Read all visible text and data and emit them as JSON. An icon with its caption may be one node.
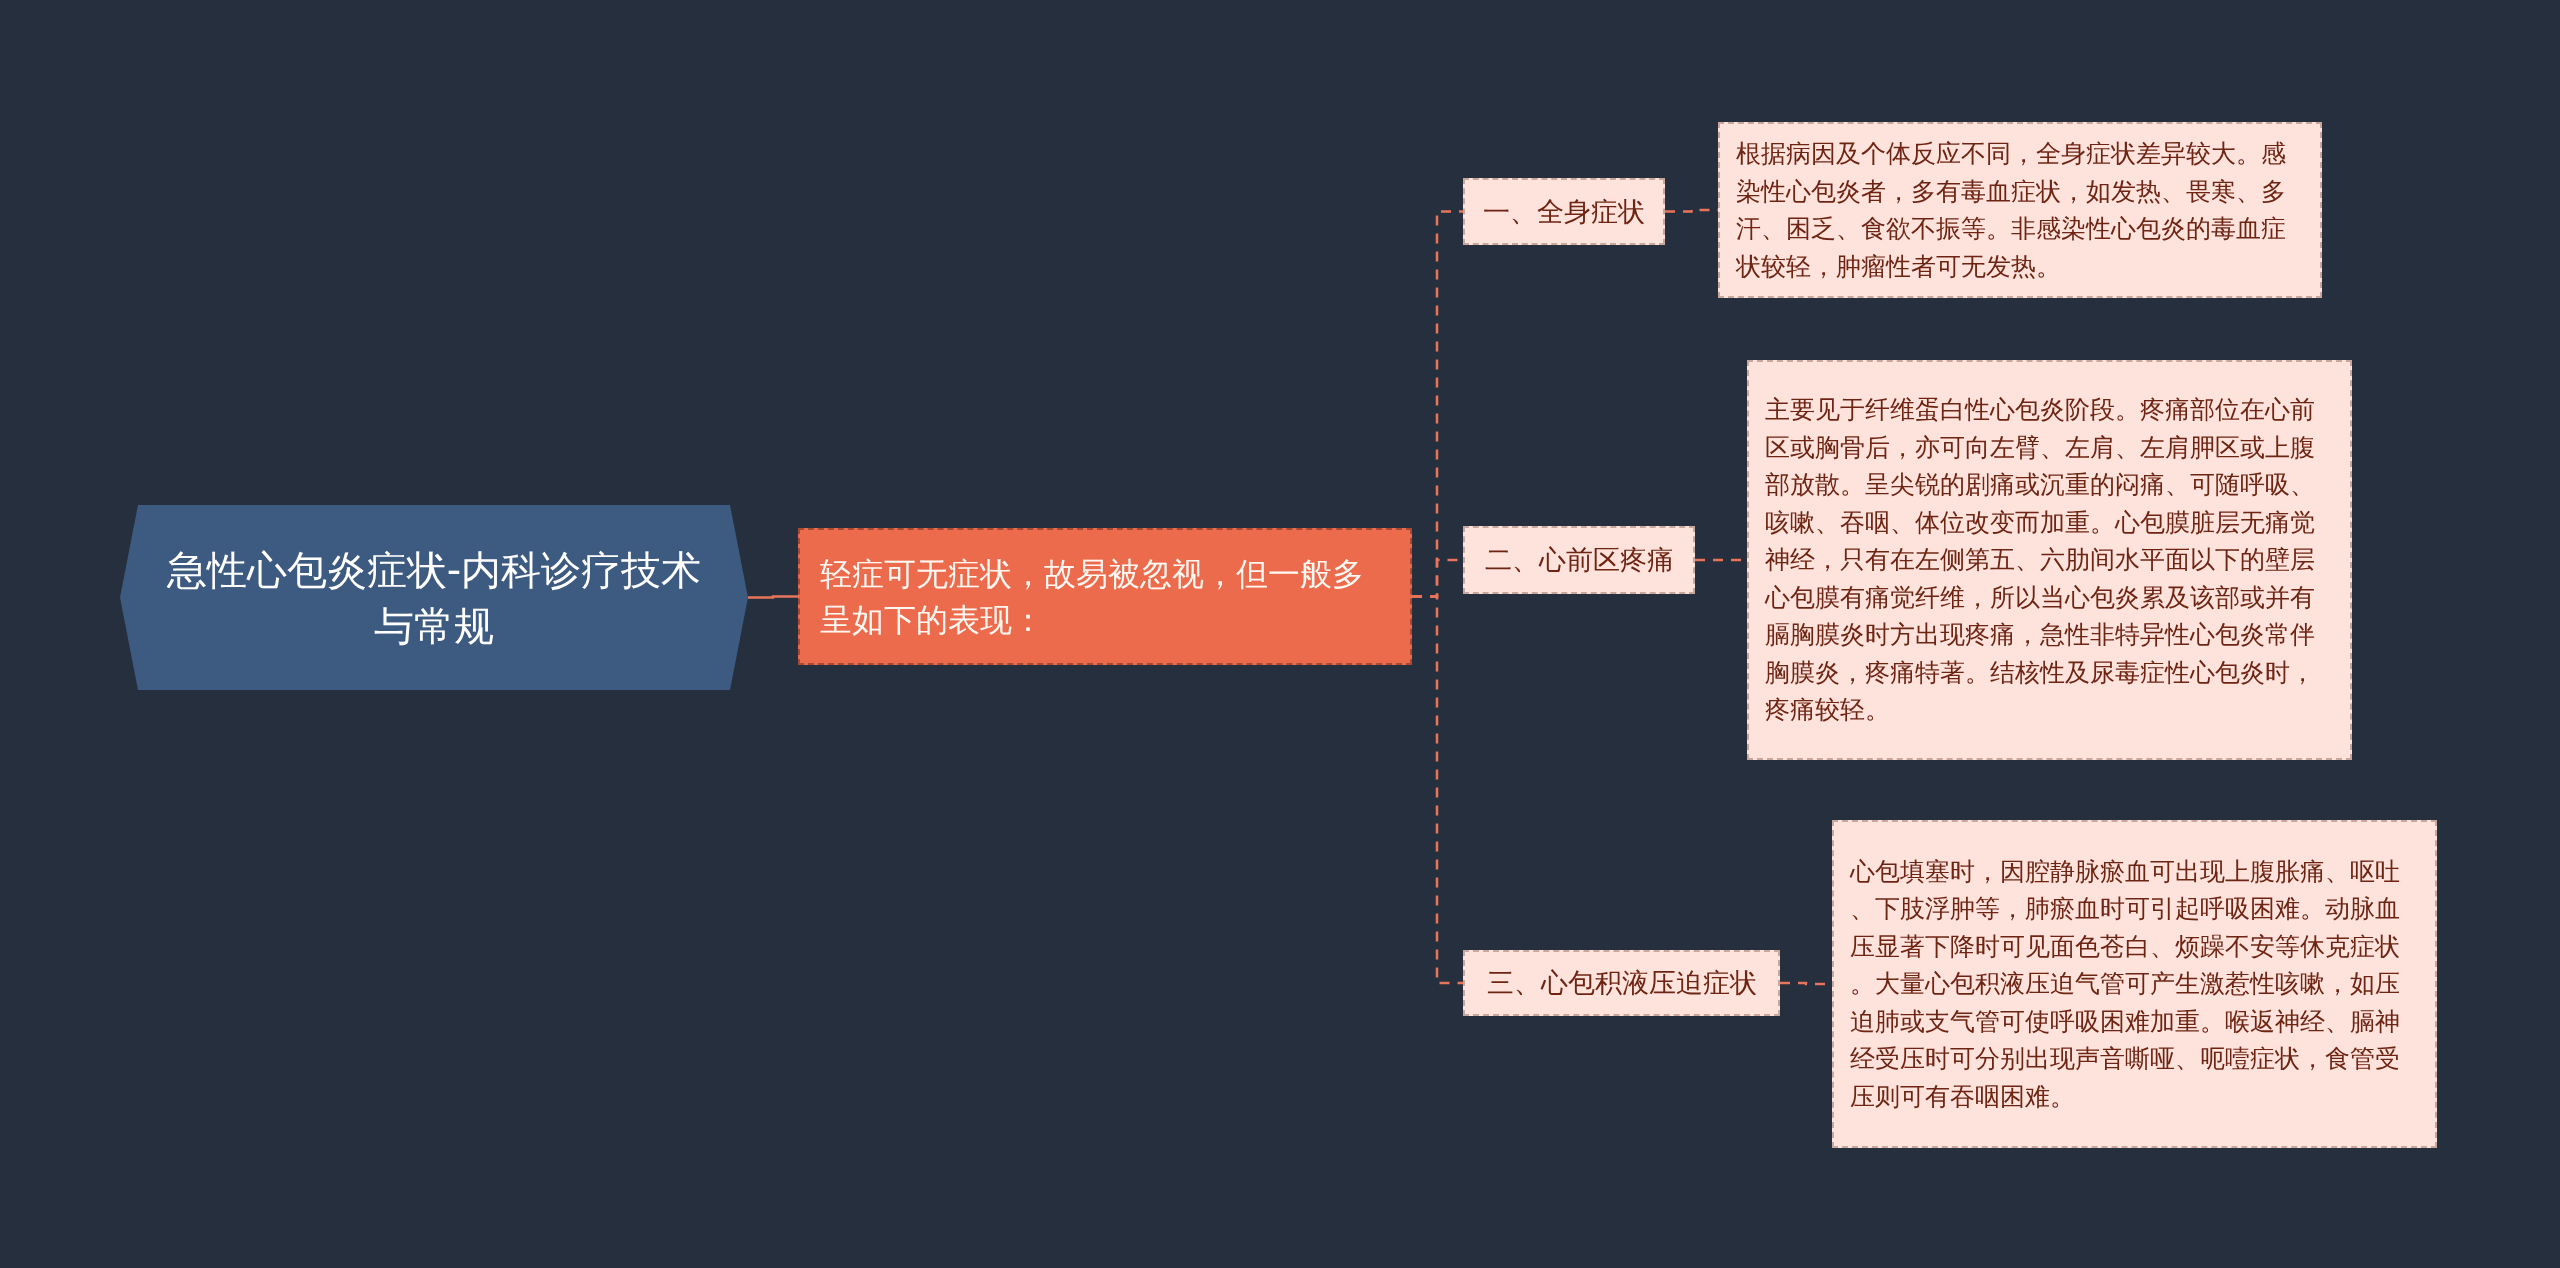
{
  "diagram": {
    "nodes": [
      {
        "text": [
          "急性心包炎症状-内科诊疗技术与常规"
        ]
      },
      {
        "text": [
          "轻症可无症状，故易被忽视，但一般多呈如下的表现："
        ]
      },
      {
        "text": [
          "一、全身症状"
        ]
      },
      {
        "text": [
          "根据病因及个体反应不同，全身症状差异较大。感染性心包炎者，多有毒血症状，如发热、畏寒、多汗、困乏、食欲不振等。非感染性心包炎的毒血症状较轻，肿瘤性者可无发热。"
        ]
      },
      {
        "text": [
          "二、心前区疼痛"
        ]
      },
      {
        "text": [
          "主要见于纤维蛋白性心包炎阶段。疼痛部位在心前区或胸骨后，亦可向左臂、左肩、左肩胛区或上腹部放散。呈尖锐的剧痛或沉重的闷痛、可随呼吸、咳嗽、吞咽、体位改变而加重。心包膜脏层无痛觉神经，只有在左侧第五、六肋间水平面以下的壁层心包膜有痛觉纤维，所以当心包炎累及该部或并有膈胸膜炎时方出现疼痛，急性非特异性心包炎常伴胸膜炎，疼痛特著。结核性及尿毒症性心包炎时，疼痛较轻。"
        ]
      },
      {
        "text": [
          "三、心包积液压迫症状"
        ]
      },
      {
        "text": [
          "心包填塞时，因腔静脉瘀血可出现上腹胀痛、呕吐、下肢浮肿等，肺瘀血时可引起呼吸困难。动脉血压显著下降时可见面色苍白、烦躁不安等休克症状。大量心包积液压迫气管可产生激惹性咳嗽，如压迫肺或支气管可使呼吸困难加重。喉返神经、膈神经受压时可分别出现声音嘶哑、呃噎症状，食管受压则可有吞咽困难。"
        ]
      }
    ],
    "edges": [
      {
        "from": 0,
        "to": 1,
        "arrow": "none"
      },
      {
        "from": 1,
        "to": 2,
        "arrow": "none",
        "style": "dashed"
      },
      {
        "from": 1,
        "to": 4,
        "arrow": "none",
        "style": "dashed"
      },
      {
        "from": 1,
        "to": 6,
        "arrow": "none",
        "style": "dashed"
      },
      {
        "from": 2,
        "to": 3,
        "arrow": "none",
        "style": "dashed"
      },
      {
        "from": 4,
        "to": 5,
        "arrow": "none",
        "style": "dashed"
      },
      {
        "from": 6,
        "to": 7,
        "arrow": "none",
        "style": "dashed"
      }
    ]
  }
}
